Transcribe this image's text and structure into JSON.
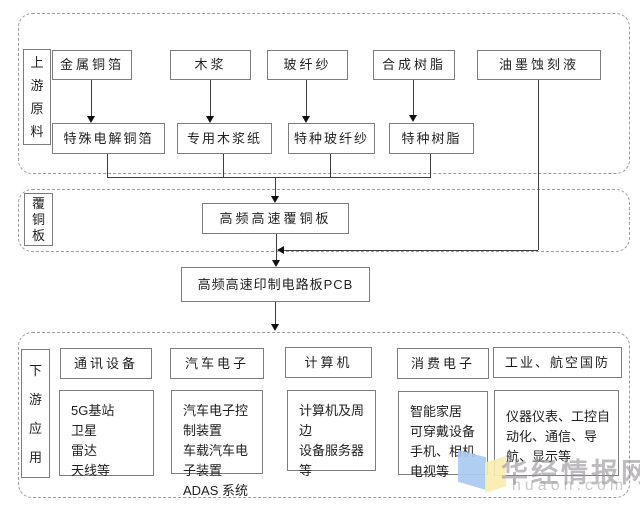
{
  "upstream": {
    "label": "上游原料",
    "materials": [
      "金属铜箔",
      "木浆",
      "玻纤纱",
      "合成树脂",
      "油墨蚀刻液"
    ],
    "processed": [
      "特殊电解铜箔",
      "专用木浆纸",
      "特种玻纤纱",
      "特种树脂"
    ]
  },
  "ccl": {
    "label": "覆铜板",
    "node": "高频高速覆铜板"
  },
  "pcb": {
    "node": "高频高速印制电路板PCB"
  },
  "downstream": {
    "label": "下游应用",
    "columns": [
      {
        "header": "通讯设备",
        "items": [
          "5G基站",
          "卫星",
          "雷达",
          "天线等"
        ]
      },
      {
        "header": "汽车电子",
        "items": [
          "汽车电子控制装置",
          "车载汽车电子装置",
          "ADAS 系统"
        ]
      },
      {
        "header": "计算机",
        "items": [
          "计算机及周边",
          "设备服务器等"
        ]
      },
      {
        "header": "消费电子",
        "items": [
          "智能家居",
          "可穿戴设备",
          "手机、相机",
          "电视等"
        ]
      },
      {
        "header": "工业、航空国防",
        "items": [
          "仪器仪表、工控自动化、通信、导航、显示等"
        ]
      }
    ]
  },
  "watermark": {
    "brand": "华经情报网",
    "site": "huaon.com"
  },
  "colors": {
    "box_border": "#7d7d7d",
    "dashed_border": "#9b9b9b",
    "connector": "#3d3d3d",
    "text": "#1f1f1f",
    "logo_blue": "#a9c9f1",
    "logo_yellow": "#f8ecab",
    "watermark_text": "#9e9aa0"
  }
}
